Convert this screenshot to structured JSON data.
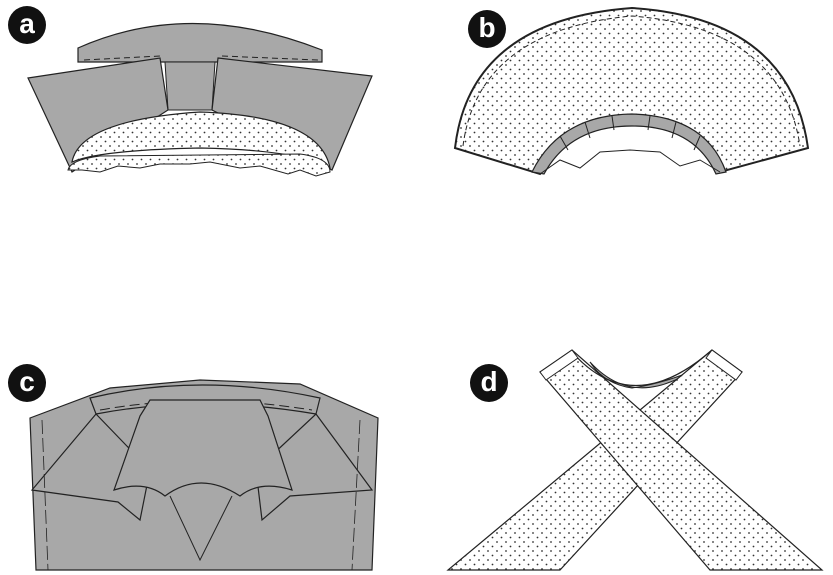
{
  "panels": [
    {
      "id": "a",
      "label": "a"
    },
    {
      "id": "b",
      "label": "b"
    },
    {
      "id": "c",
      "label": "c"
    },
    {
      "id": "d",
      "label": "d"
    }
  ],
  "colors": {
    "fabric_gray": "#a8a8a8",
    "interfacing_white": "#ffffff",
    "outline": "#222222",
    "dot": "#333333",
    "badge": "#111111"
  }
}
